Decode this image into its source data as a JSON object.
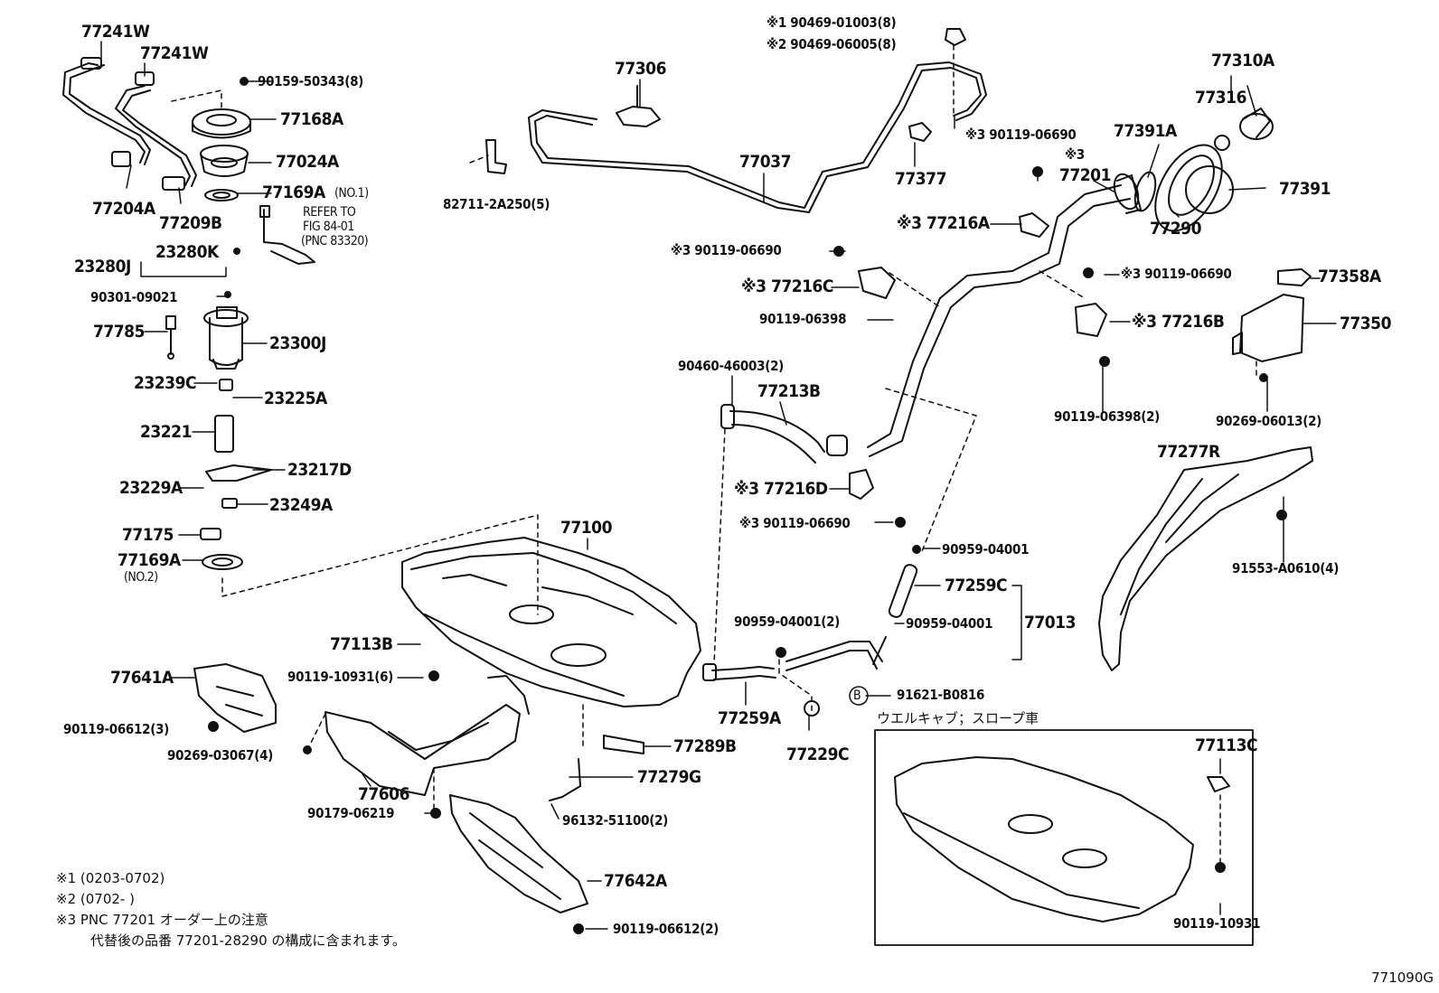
{
  "parts": {
    "p77241W_a": "77241W",
    "p77241W_b": "77241W",
    "p90159": "90159-50343(8)",
    "p77168A": "77168A",
    "p77024A": "77024A",
    "p77204A": "77204A",
    "p77209B": "77209B",
    "p77169A_1": "77169A",
    "p77169A_1_note": "(NO.1)",
    "refer_1": "REFER TO",
    "refer_2": "FIG 84-01",
    "refer_3": "(PNC 83320)",
    "p23280K": "23280K",
    "p23280J": "23280J",
    "p90301": "90301-09021",
    "p77785": "77785",
    "p23300J": "23300J",
    "p23239C": "23239C",
    "p23225A": "23225A",
    "p23221": "23221",
    "p23217D": "23217D",
    "p23229A": "23229A",
    "p23249A": "23249A",
    "p77175": "77175",
    "p77169A_2": "77169A",
    "p77169A_2_note": "(NO.2)",
    "p77306": "77306",
    "p82711": "82711-2A250(5)",
    "p77037": "77037",
    "p90469_1": "※1 90469-01003(8)",
    "p90469_2": "※2 90469-06005(8)",
    "p90119_06690_a": "※3 90119-06690",
    "p77377": "77377",
    "p77201_mark": "※3",
    "p77201": "77201",
    "p77391A": "77391A",
    "p77310A": "77310A",
    "p77316": "77316",
    "p77391": "77391",
    "p77290": "77290",
    "p77216A": "※3 77216A",
    "p90119_06690_b": "※3 90119-06690",
    "p77216C": "※3 77216C",
    "p90119_06398_a": "90119-06398",
    "p90119_06690_c": "※3 90119-06690",
    "p77358A": "77358A",
    "p77216B": "※3 77216B",
    "p77350": "77350",
    "p90460": "90460-46003(2)",
    "p77213B": "77213B",
    "p90119_06398_b": "90119-06398(2)",
    "p90269_06013": "90269-06013(2)",
    "p77277R": "77277R",
    "p77216D": "※3 77216D",
    "p90119_06690_d": "※3 90119-06690",
    "p90959_a": "90959-04001",
    "p91553": "91553-A0610(4)",
    "p77100": "77100",
    "p77259C": "77259C",
    "p90959_b": "90959-04001(2)",
    "p90959_c": "90959-04001",
    "p77013": "77013",
    "p77113B": "77113B",
    "p90119_10931_6": "90119-10931(6)",
    "p77641A": "77641A",
    "p77259A": "77259A",
    "p91621": "91621-B0816",
    "p91621_mark": "B",
    "wellcab": "ウエルキャブ；スロープ車",
    "p90119_06612_3": "90119-06612(3)",
    "p90269_03067": "90269-03067(4)",
    "p77289B": "77289B",
    "p77229C": "77229C",
    "p77113C": "77113C",
    "p77279G": "77279G",
    "p77606": "77606",
    "p90179": "90179-06219",
    "p96132": "96132-51100(2)",
    "p77642A": "77642A",
    "p90119_06612_2": "90119-06612(2)",
    "p90119_10931": "90119-10931"
  },
  "notes": {
    "n1": "※1  (0203-0702)",
    "n2": "※2  (0702-        )",
    "n3": "※3  PNC  77201  オーダー上の注意",
    "n4": "代替後の品番  77201-28290  の構成に含まれます。"
  },
  "figure_code": "771090G"
}
